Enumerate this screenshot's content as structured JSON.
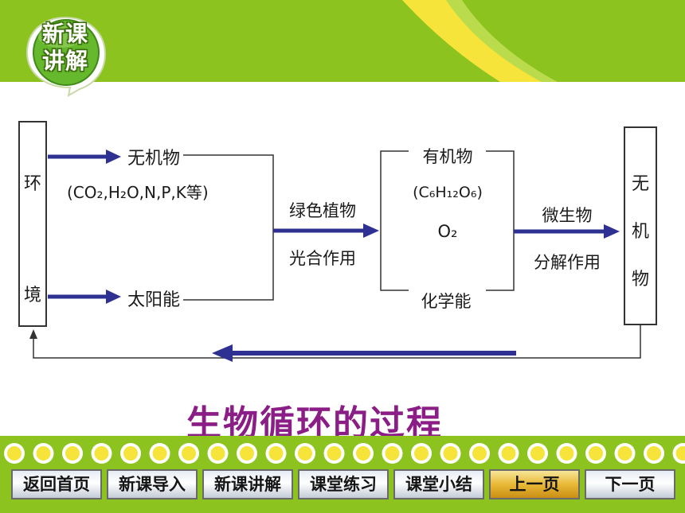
{
  "header": {
    "badge_text": "新课\n讲解"
  },
  "diagram": {
    "left_box": "环\n境",
    "inorganic_label": "无机物",
    "inorganic_formula": "(CO₂,H₂O,N,P,K等)",
    "solar_label": "太阳能",
    "plant_label": "绿色植物",
    "photosynthesis_label": "光合作用",
    "organic_label": "有机物",
    "organic_formula": "(C₆H₁₂O₆)",
    "oxygen_label": "O₂",
    "chemical_energy_label": "化学能",
    "microbe_label": "微生物",
    "decomposition_label": "分解作用",
    "right_box": "无\n机\n物"
  },
  "caption": "生物循环的过程",
  "nav": {
    "buttons": [
      {
        "label": "返回首页",
        "style": "silver"
      },
      {
        "label": "新课导入",
        "style": "silver"
      },
      {
        "label": "新课讲解",
        "style": "silver"
      },
      {
        "label": "课堂练习",
        "style": "silver"
      },
      {
        "label": "课堂小结",
        "style": "silver"
      },
      {
        "label": "上一页",
        "style": "gold"
      },
      {
        "label": "下一页",
        "style": "silver"
      }
    ]
  },
  "colors": {
    "header_green": "#8dc31e",
    "arrow_blue": "#2e3192",
    "caption_purple": "#8b1d86",
    "swoosh_yellow": "#f6e43a"
  }
}
